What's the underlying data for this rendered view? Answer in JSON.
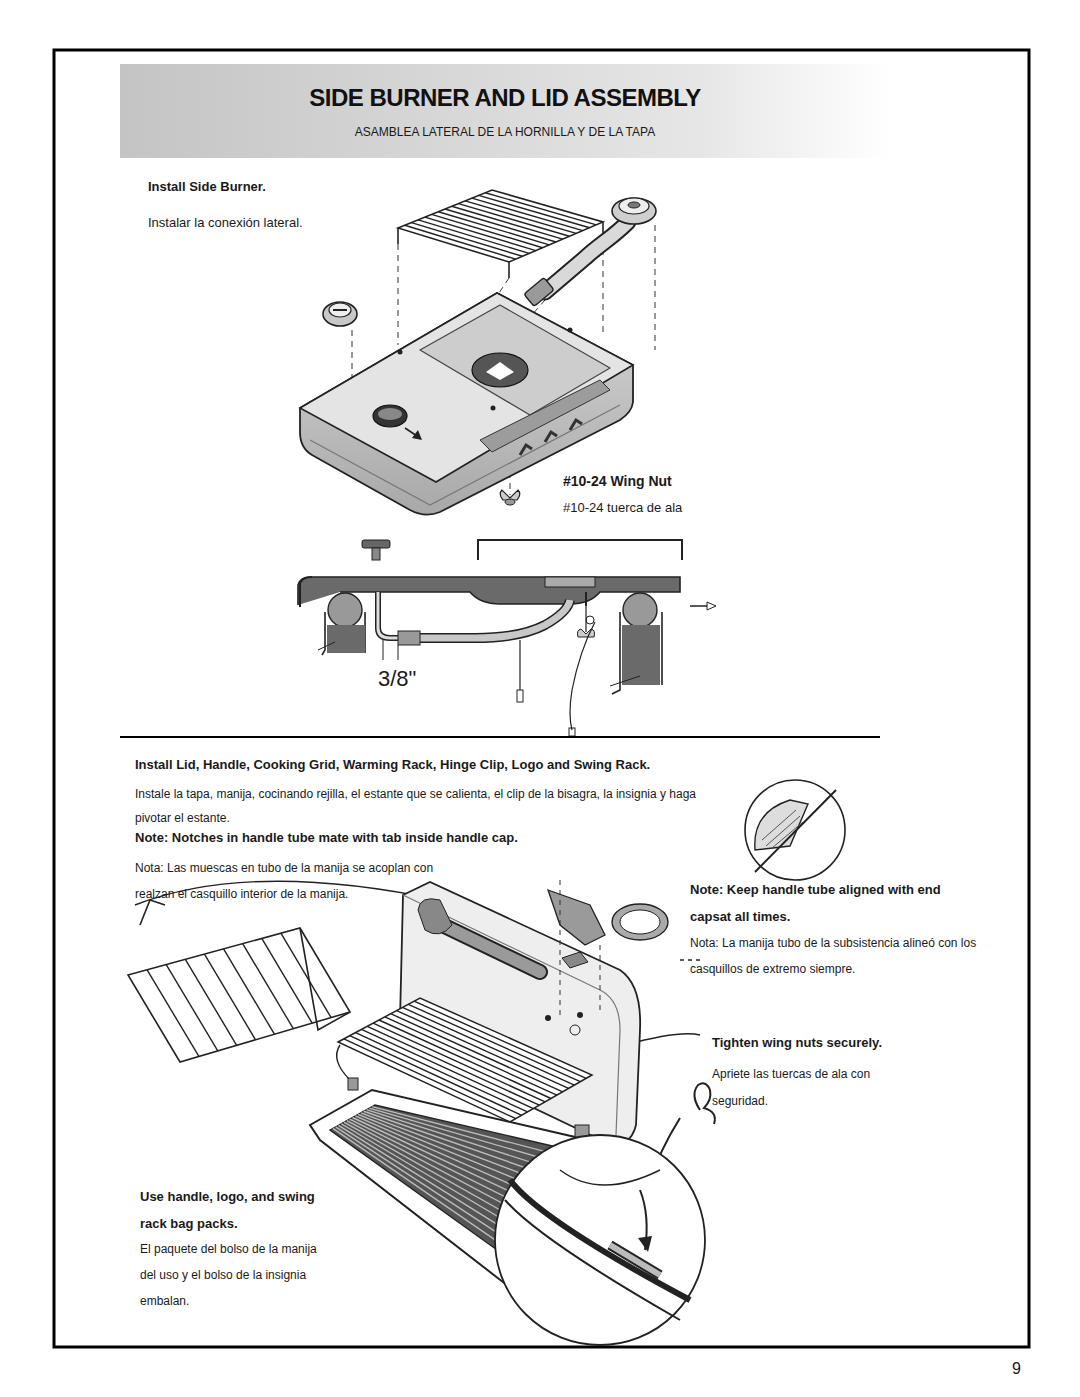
{
  "diagram": {
    "title": "SIDE BURNER AND LID ASSEMBLY",
    "labels": [
      "ASAMBLEA LATERAL DE LA HORNILLA Y DE LA TAPA",
      "Install Side Burner.",
      "Instalar la conexión lateral.",
      "#10-24 Wing Nut",
      "#10-24 tuerca de ala",
      "3/8\"",
      "Install Lid, Handle, Cooking Grid, Warming Rack, Hinge Clip, Logo and Swing Rack.",
      "Instale la tapa, manija, cocinando rejilla, el estante que se calienta, el clip de la bisagra, la insignia y haga pivotar el estante.",
      "Note: Notches in handle tube mate with tab inside handle cap.",
      "Nota: Las muescas en tubo de la manija se acoplan con realzan el casquillo interior de la manija.",
      "Note: Keep handle tube aligned with end capsat all times.",
      "Nota: La manija tubo de la subsistencia alineó con los casquillos de extremo siempre.",
      "Tighten wing nuts securely.",
      "Apriete las tuercas de ala con seguridad.",
      "Use handle, logo, and swing rack bag packs.",
      "El paquete del bolso de la manija del uso y el bolso de la insignia embalan.",
      "9"
    ]
  }
}
